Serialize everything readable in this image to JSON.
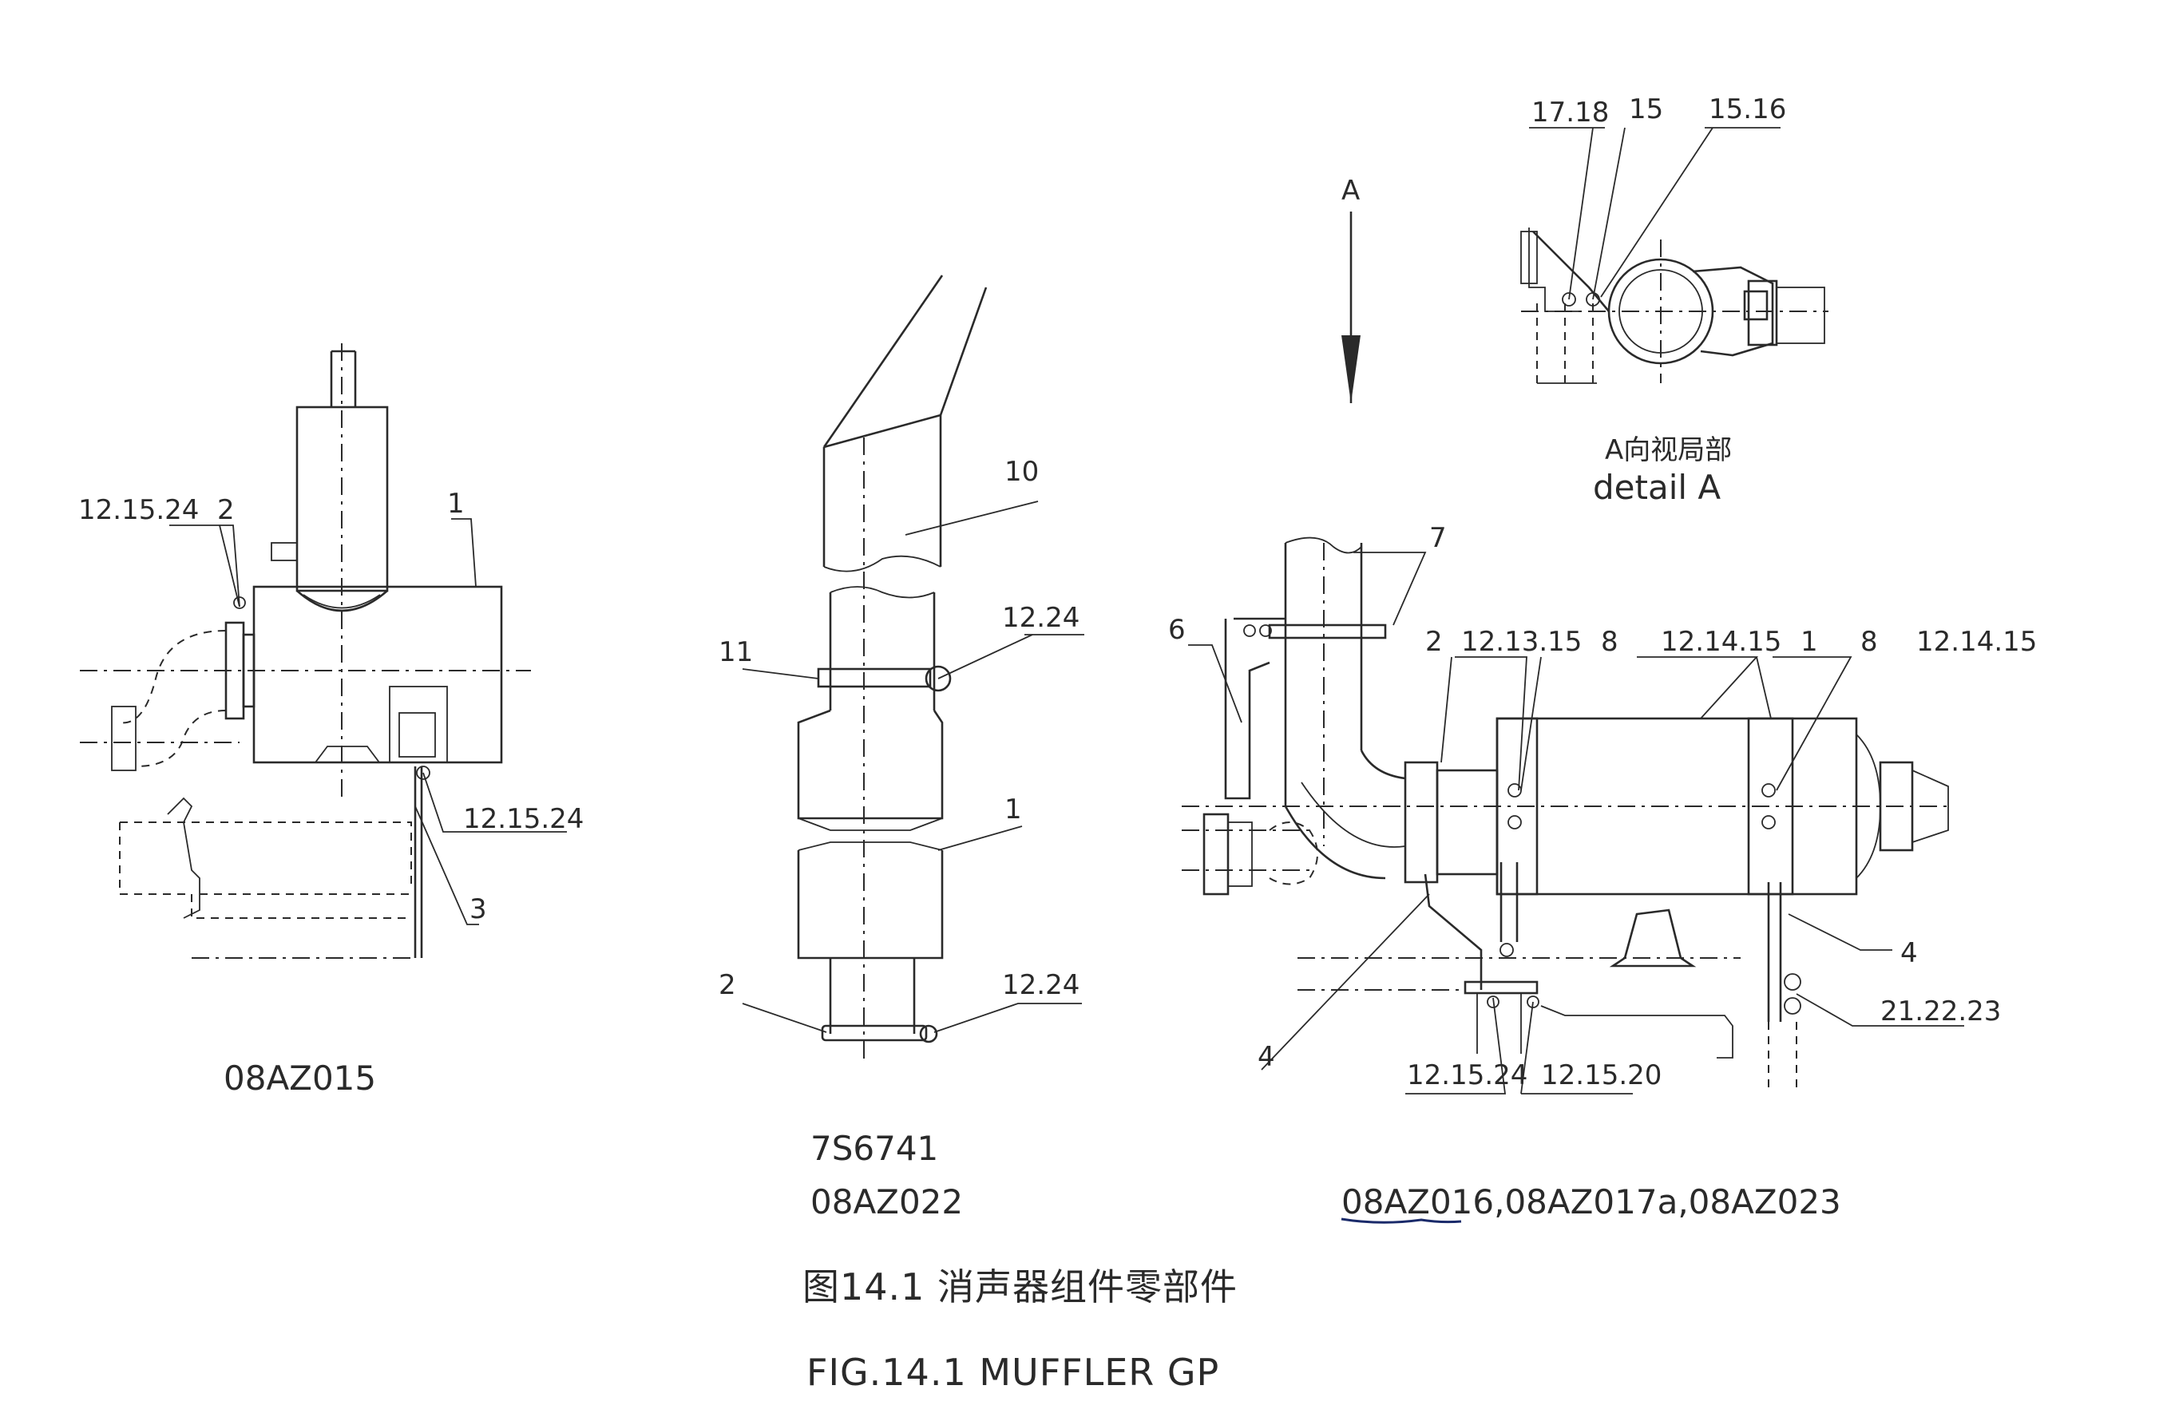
{
  "labels": {
    "l_12_15_24_a": "12.15.24",
    "l_2_a": "2",
    "l_1_a": "1",
    "l_12_15_24_b": "12.15.24",
    "l_3": "3",
    "l_10": "10",
    "l_11": "11",
    "l_12_24_a": "12.24",
    "l_1_b": "1",
    "l_2_b": "2",
    "l_12_24_b": "12.24",
    "l_17_18": "17.18",
    "l_15": "15",
    "l_15_16": "15.16",
    "l_A": "A",
    "l_7": "7",
    "l_6": "6",
    "l_2_c": "2",
    "l_12_13_15": "12.13.15",
    "l_8_a": "8",
    "l_12_14_15_a": "12.14.15",
    "l_1_c": "1",
    "l_8_b": "8",
    "l_12_14_15_b": "12.14.15",
    "l_4_a": "4",
    "l_21_22_23": "21.22.23",
    "l_4_b": "4",
    "l_12_15_24_c": "12.15.24",
    "l_12_15_20": "12.15.20"
  },
  "detail": {
    "cn": "A向视局部",
    "en": "detail  A"
  },
  "captions": {
    "left_code": "08AZ015",
    "mid_code_1": "7S6741",
    "mid_code_2": "08AZ022",
    "right_codes": "08AZ016,08AZ017a,08AZ023"
  },
  "title": {
    "cn": "图14.1  消声器组件零部件",
    "en": "FIG.14.1  MUFFLER GP"
  }
}
